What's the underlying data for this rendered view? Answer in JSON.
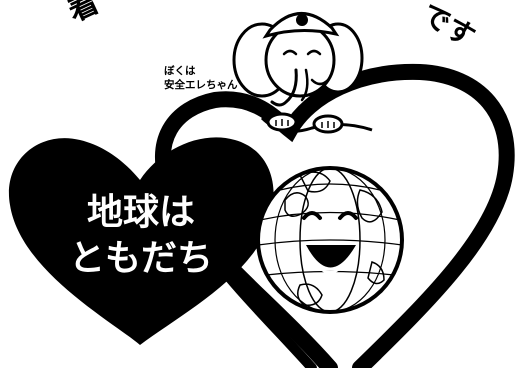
{
  "title_arc": {
    "left_fragment": "着",
    "right_fragment": "です"
  },
  "elephant_caption": {
    "line1": "ぼくは",
    "line2": "安全エレちゃん"
  },
  "heart_text": {
    "line1": "地球は",
    "line2": "ともだち"
  },
  "colors": {
    "ink": "#000000",
    "paper": "#ffffff"
  }
}
